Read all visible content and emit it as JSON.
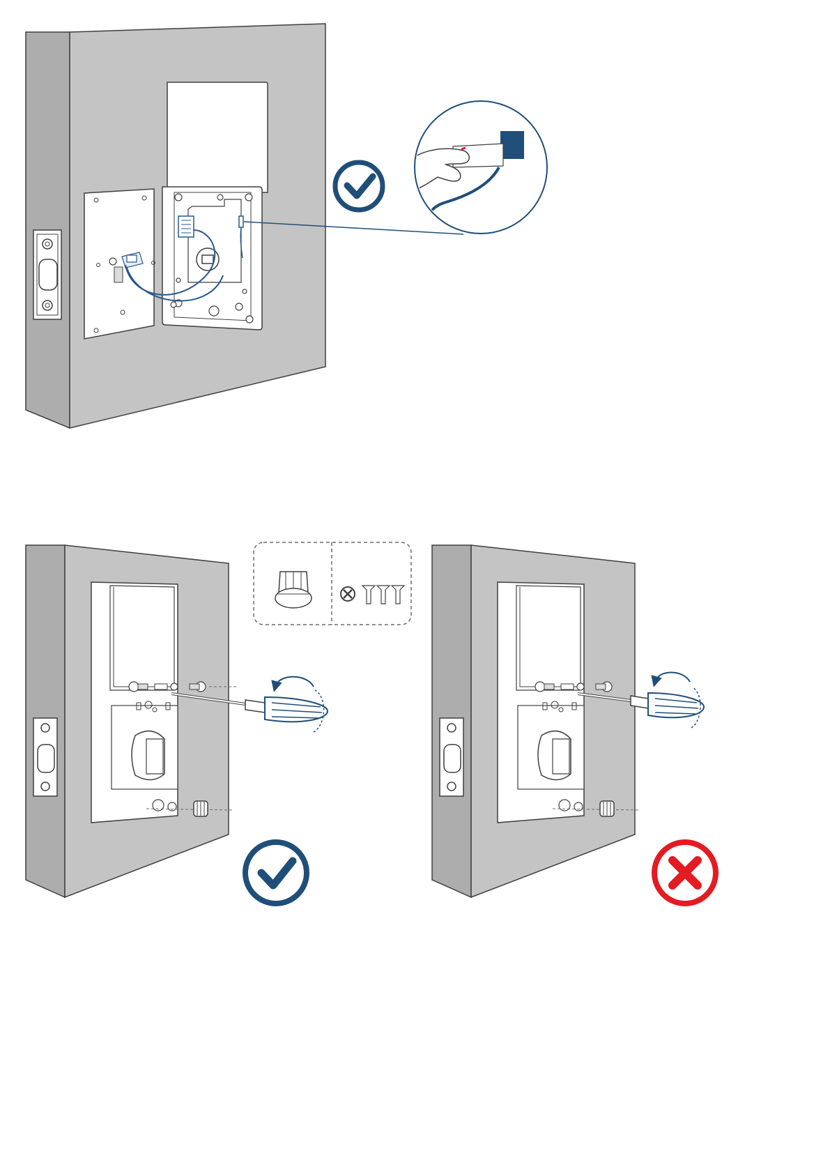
{
  "colors": {
    "door_front": "#c4c4c4",
    "door_side": "#adadad",
    "door_edge": "#b6b6b6",
    "outline": "#3f3f3f",
    "plate": "#ffffff",
    "wire_blue": "#24588f",
    "badge_blue": "#1f4e79",
    "badge_red": "#e31b23",
    "dashed_line": "#6b6b6b"
  },
  "icons": {
    "correct_top": "checkmark-circle-icon",
    "correct_bottom": "checkmark-circle-icon",
    "incorrect": "x-circle-icon",
    "screwdriver": "screwdriver-icon",
    "rotation": "rotate-arrow-icon",
    "knob": "thumbturn-knob-icon",
    "screws": "flat-head-screws-icon",
    "phillips": "phillips-screwdriver-bit-icon"
  },
  "steps": [
    {
      "id": "connect-cable",
      "status": "correct"
    },
    {
      "id": "tighten-correct",
      "status": "correct"
    },
    {
      "id": "tighten-incorrect",
      "status": "incorrect"
    }
  ]
}
